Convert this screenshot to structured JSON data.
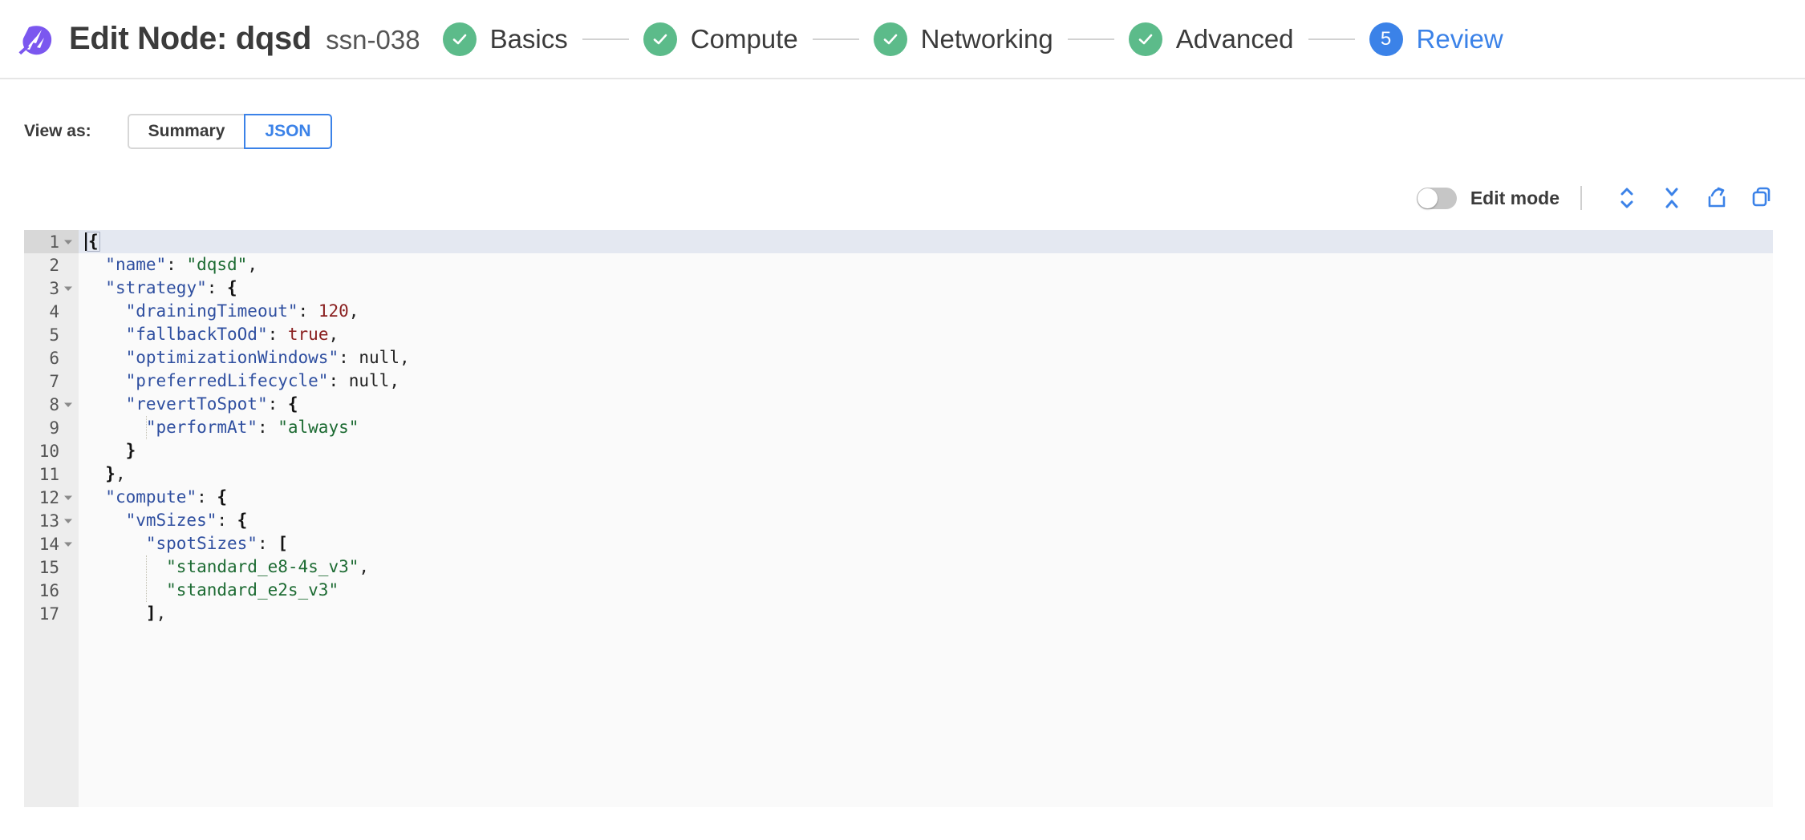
{
  "header": {
    "logo_icon": "spot-logo-icon",
    "title": "Edit Node: dqsd",
    "subtitle": "ssn-038",
    "stepper": [
      {
        "label": "Basics",
        "state": "done",
        "badge": "check-icon"
      },
      {
        "label": "Compute",
        "state": "done",
        "badge": "check-icon"
      },
      {
        "label": "Networking",
        "state": "done",
        "badge": "check-icon"
      },
      {
        "label": "Advanced",
        "state": "done",
        "badge": "check-icon"
      },
      {
        "label": "Review",
        "state": "current",
        "badge": "5"
      }
    ]
  },
  "view_as": {
    "label": "View as:",
    "options": [
      "Summary",
      "JSON"
    ],
    "selected": "JSON"
  },
  "editor_toolbar": {
    "edit_mode_label": "Edit mode",
    "edit_mode_on": false,
    "actions": [
      {
        "name": "expand-all-icon",
        "title": "Expand all"
      },
      {
        "name": "collapse-all-icon",
        "title": "Collapse all"
      },
      {
        "name": "export-icon",
        "title": "Export"
      },
      {
        "name": "copy-icon",
        "title": "Copy"
      }
    ]
  },
  "editor": {
    "active_line": 1,
    "colors": {
      "key": "#2f4fa0",
      "string": "#1d6b33",
      "number": "#8a2020",
      "boolean": "#8a2020",
      "active_line_bg": "#e4e8f1",
      "gutter_bg": "#ededed",
      "code_bg": "#fafafa",
      "accent_blue": "#3b82e8",
      "step_green": "#5cbb8a",
      "brand_purple": "#7b57ef"
    },
    "lines": [
      {
        "n": 1,
        "fold": true,
        "indent": 0,
        "tokens": [
          {
            "t": "brace",
            "v": "{"
          }
        ]
      },
      {
        "n": 2,
        "fold": false,
        "indent": 1,
        "tokens": [
          {
            "t": "key",
            "v": "\"name\""
          },
          {
            "t": "punct",
            "v": ": "
          },
          {
            "t": "str",
            "v": "\"dqsd\""
          },
          {
            "t": "punct",
            "v": ","
          }
        ]
      },
      {
        "n": 3,
        "fold": true,
        "indent": 1,
        "tokens": [
          {
            "t": "key",
            "v": "\"strategy\""
          },
          {
            "t": "punct",
            "v": ": "
          },
          {
            "t": "brace",
            "v": "{"
          }
        ]
      },
      {
        "n": 4,
        "fold": false,
        "indent": 2,
        "tokens": [
          {
            "t": "key",
            "v": "\"drainingTimeout\""
          },
          {
            "t": "punct",
            "v": ": "
          },
          {
            "t": "num",
            "v": "120"
          },
          {
            "t": "punct",
            "v": ","
          }
        ]
      },
      {
        "n": 5,
        "fold": false,
        "indent": 2,
        "tokens": [
          {
            "t": "key",
            "v": "\"fallbackToOd\""
          },
          {
            "t": "punct",
            "v": ": "
          },
          {
            "t": "bool",
            "v": "true"
          },
          {
            "t": "punct",
            "v": ","
          }
        ]
      },
      {
        "n": 6,
        "fold": false,
        "indent": 2,
        "tokens": [
          {
            "t": "key",
            "v": "\"optimizationWindows\""
          },
          {
            "t": "punct",
            "v": ": "
          },
          {
            "t": "null",
            "v": "null"
          },
          {
            "t": "punct",
            "v": ","
          }
        ]
      },
      {
        "n": 7,
        "fold": false,
        "indent": 2,
        "tokens": [
          {
            "t": "key",
            "v": "\"preferredLifecycle\""
          },
          {
            "t": "punct",
            "v": ": "
          },
          {
            "t": "null",
            "v": "null"
          },
          {
            "t": "punct",
            "v": ","
          }
        ]
      },
      {
        "n": 8,
        "fold": true,
        "indent": 2,
        "tokens": [
          {
            "t": "key",
            "v": "\"revertToSpot\""
          },
          {
            "t": "punct",
            "v": ": "
          },
          {
            "t": "brace",
            "v": "{"
          }
        ]
      },
      {
        "n": 9,
        "fold": false,
        "indent": 3,
        "tokens": [
          {
            "t": "key",
            "v": "\"performAt\""
          },
          {
            "t": "punct",
            "v": ": "
          },
          {
            "t": "str",
            "v": "\"always\""
          }
        ]
      },
      {
        "n": 10,
        "fold": false,
        "indent": 2,
        "tokens": [
          {
            "t": "brace",
            "v": "}"
          }
        ]
      },
      {
        "n": 11,
        "fold": false,
        "indent": 1,
        "tokens": [
          {
            "t": "brace",
            "v": "}"
          },
          {
            "t": "punct",
            "v": ","
          }
        ]
      },
      {
        "n": 12,
        "fold": true,
        "indent": 1,
        "tokens": [
          {
            "t": "key",
            "v": "\"compute\""
          },
          {
            "t": "punct",
            "v": ": "
          },
          {
            "t": "brace",
            "v": "{"
          }
        ]
      },
      {
        "n": 13,
        "fold": true,
        "indent": 2,
        "tokens": [
          {
            "t": "key",
            "v": "\"vmSizes\""
          },
          {
            "t": "punct",
            "v": ": "
          },
          {
            "t": "brace",
            "v": "{"
          }
        ]
      },
      {
        "n": 14,
        "fold": true,
        "indent": 3,
        "tokens": [
          {
            "t": "key",
            "v": "\"spotSizes\""
          },
          {
            "t": "punct",
            "v": ": "
          },
          {
            "t": "brace",
            "v": "["
          }
        ]
      },
      {
        "n": 15,
        "fold": false,
        "indent": 4,
        "tokens": [
          {
            "t": "str",
            "v": "\"standard_e8-4s_v3\""
          },
          {
            "t": "punct",
            "v": ","
          }
        ]
      },
      {
        "n": 16,
        "fold": false,
        "indent": 4,
        "tokens": [
          {
            "t": "str",
            "v": "\"standard_e2s_v3\""
          }
        ]
      },
      {
        "n": 17,
        "fold": false,
        "indent": 3,
        "tokens": [
          {
            "t": "brace",
            "v": "]"
          },
          {
            "t": "punct",
            "v": ","
          }
        ]
      }
    ]
  }
}
